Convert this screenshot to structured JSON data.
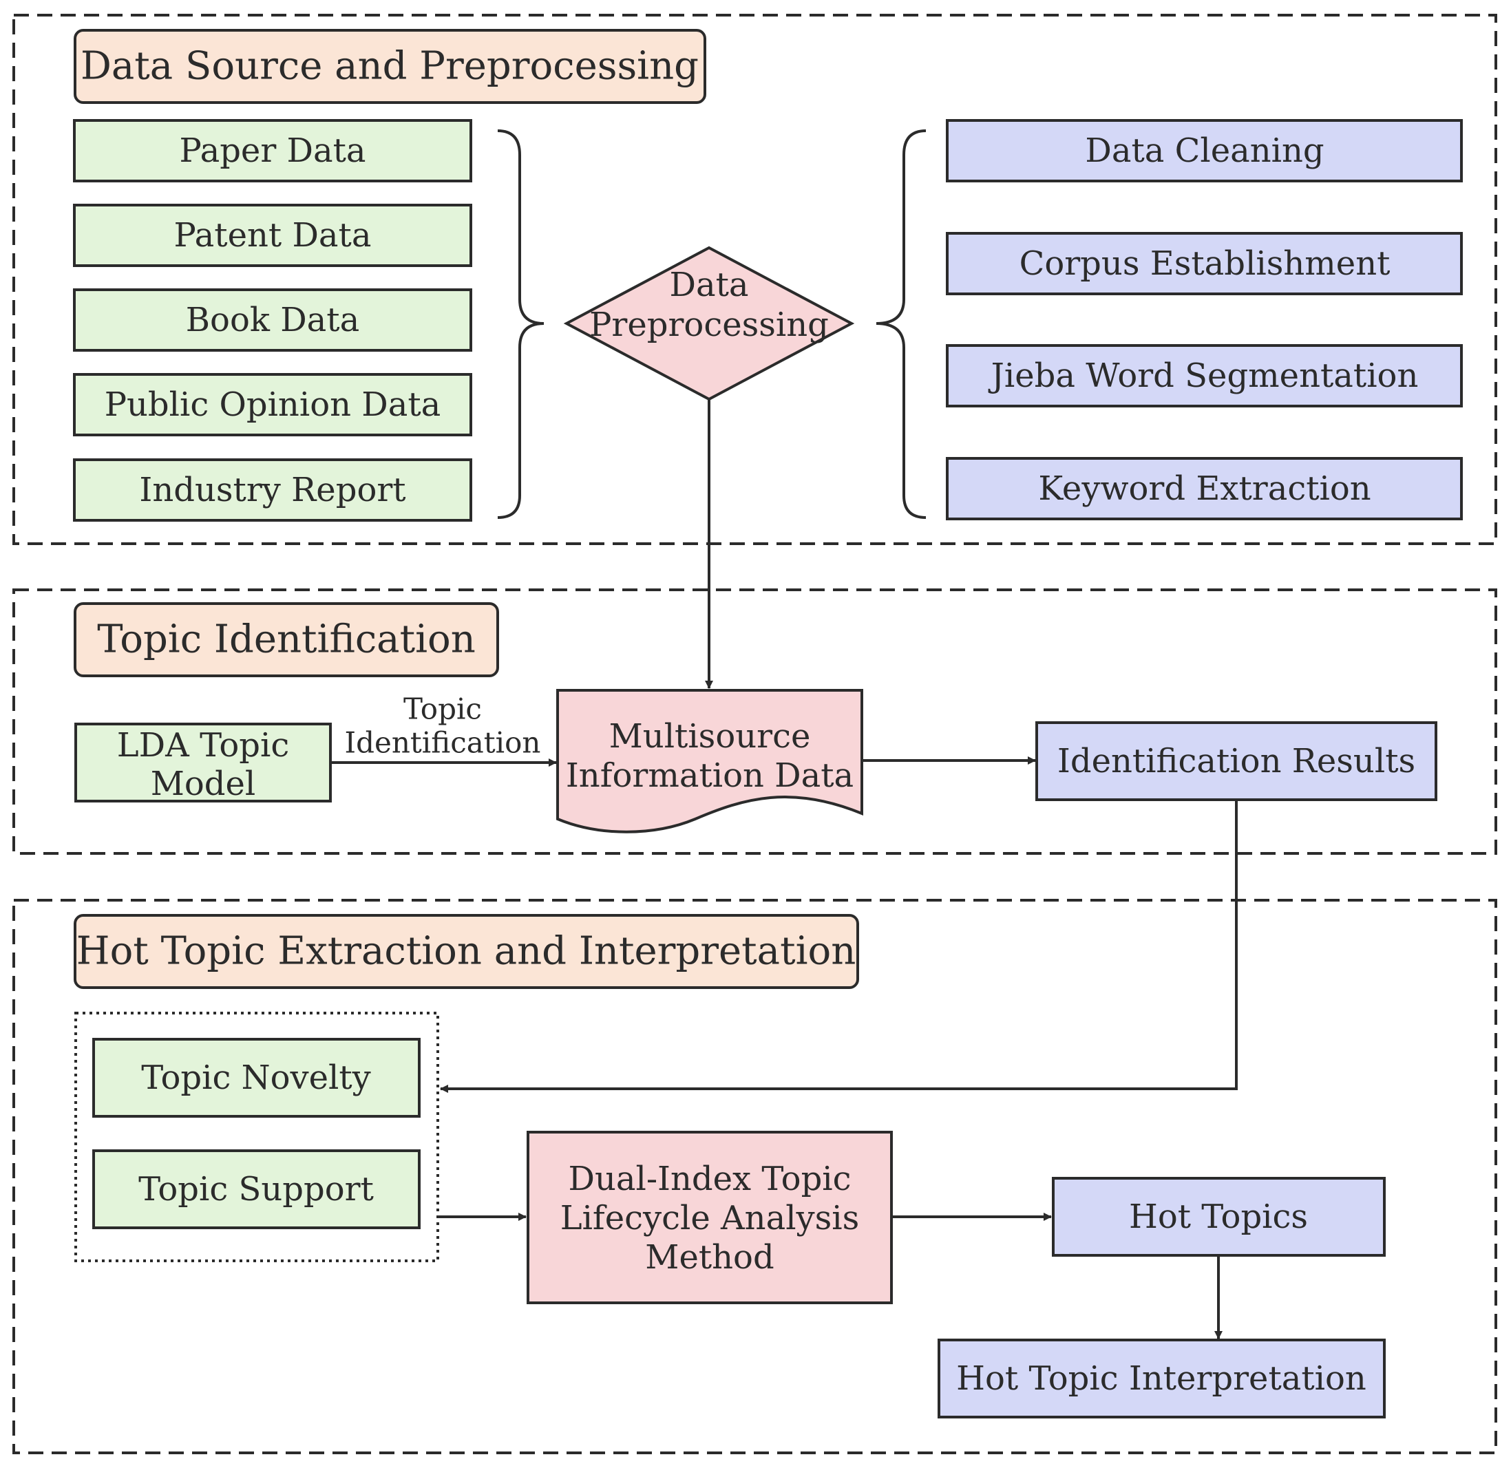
{
  "sections": {
    "source": {
      "title": "Data Source and Preprocessing",
      "sources": [
        "Paper Data",
        "Patent Data",
        "Book Data",
        "Public Opinion Data",
        "Industry Report"
      ],
      "decision": [
        "Data",
        "Preprocessing"
      ],
      "steps": [
        "Data Cleaning",
        "Corpus Establishment",
        "Jieba Word Segmentation",
        "Keyword Extraction"
      ]
    },
    "identification": {
      "title": "Topic Identification",
      "model": [
        "LDA Topic",
        "Model"
      ],
      "edge_label": [
        "Topic",
        "Identification"
      ],
      "document": [
        "Multisource",
        "Information Data"
      ],
      "results": "Identification Results"
    },
    "hot": {
      "title": "Hot Topic Extraction and Interpretation",
      "indices": [
        "Topic Novelty",
        "Topic Support"
      ],
      "method": [
        "Dual-Index Topic",
        "Lifecycle Analysis",
        "Method"
      ],
      "hot_topics": "Hot Topics",
      "interpretation": "Hot Topic Interpretation"
    }
  },
  "colors": {
    "header_fill": "#fbe5d6",
    "green_fill": "#e3f4da",
    "blue_fill": "#d4d8f7",
    "pink_fill": "#f8d6d8",
    "stroke": "#2b2b2b"
  }
}
